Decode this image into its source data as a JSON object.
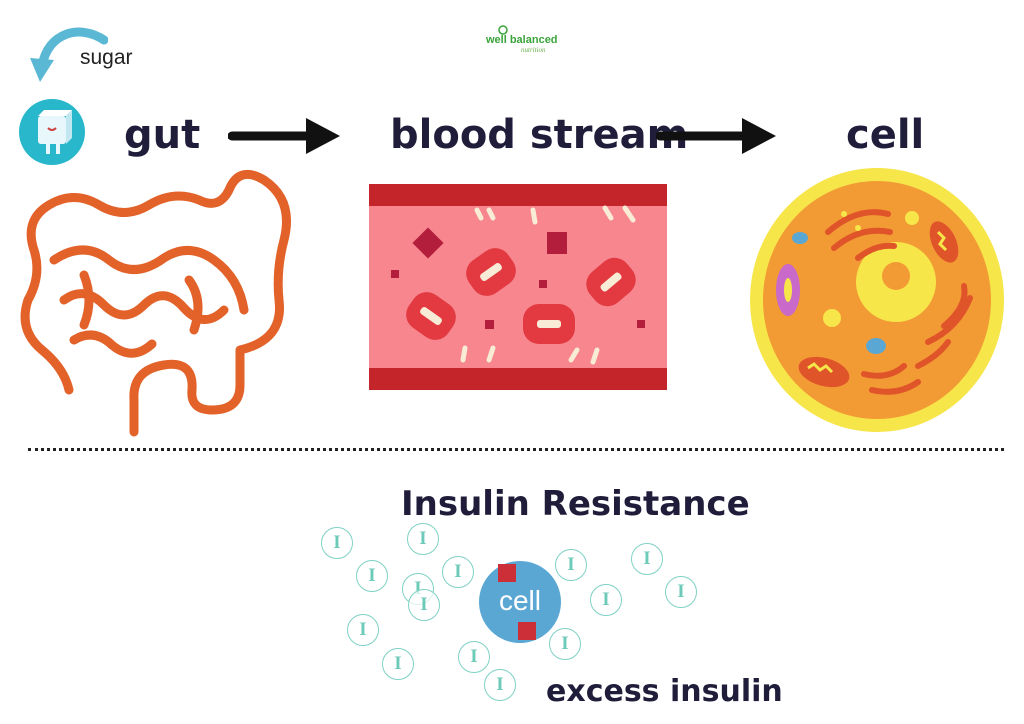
{
  "logo": {
    "main": "well balanced",
    "sub": "nutrition"
  },
  "labels": {
    "sugar": "sugar",
    "gut": "gut",
    "blood_stream": "blood stream",
    "cell": "cell",
    "insulin_resistance": "Insulin Resistance",
    "small_cell": "cell",
    "excess_insulin": "excess insulin"
  },
  "insulin_symbol": "I",
  "colors": {
    "text": "#1f1d3a",
    "intestine": "#e2622a",
    "vessel_wall": "#c4252b",
    "blood": "#f7868f",
    "cell_membrane": "#f6e64a",
    "cell_body": "#f29b35",
    "insulin": "#7fd1c4",
    "small_cell": "#5aa7d4",
    "receptor": "#cc2f37",
    "sugar_arrow": "#5bb8d4"
  },
  "icons": [
    "sugar-cube-icon",
    "intestine-icon",
    "blood-vessel-icon",
    "animal-cell-icon",
    "arrow-icon"
  ]
}
